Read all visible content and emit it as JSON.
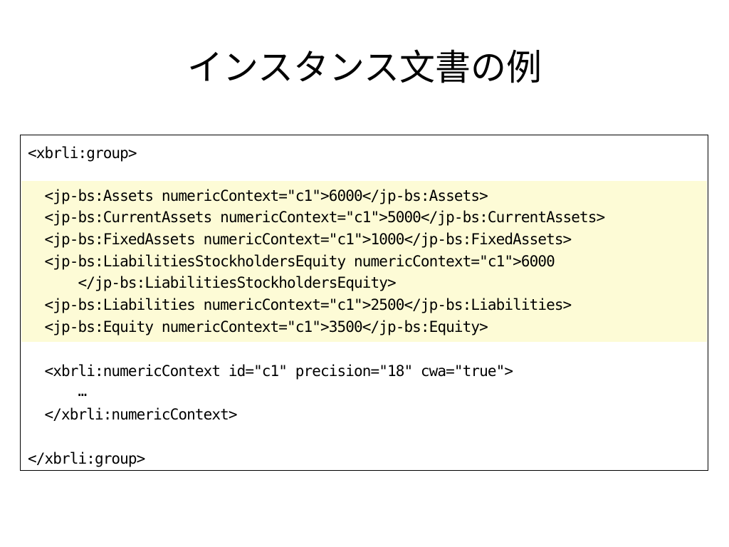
{
  "title": "インスタンス文書の例",
  "colors": {
    "highlight": "#fdfbd6",
    "border": "#000000",
    "text": "#000000"
  },
  "code_lines": [
    "<xbrli:group>",
    "",
    "  <jp-bs:Assets numericContext=\"c1\">6000</jp-bs:Assets>",
    "  <jp-bs:CurrentAssets numericContext=\"c1\">5000</jp-bs:CurrentAssets>",
    "  <jp-bs:FixedAssets numericContext=\"c1\">1000</jp-bs:FixedAssets>",
    "  <jp-bs:LiabilitiesStockholdersEquity numericContext=\"c1\">6000",
    "      </jp-bs:LiabilitiesStockholdersEquity>",
    "  <jp-bs:Liabilities numericContext=\"c1\">2500</jp-bs:Liabilities>",
    "  <jp-bs:Equity numericContext=\"c1\">3500</jp-bs:Equity>",
    "",
    "  <xbrli:numericContext id=\"c1\" precision=\"18\" cwa=\"true\">",
    "      …",
    "  </xbrli:numericContext>",
    "",
    "</xbrli:group>"
  ]
}
